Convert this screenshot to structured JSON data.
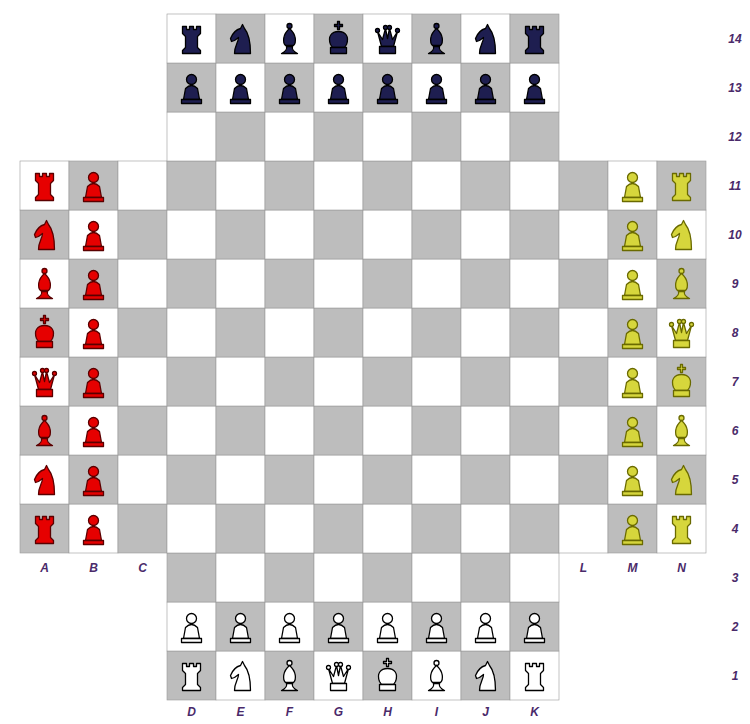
{
  "diagram": {
    "labels": [
      "14",
      "13",
      "12",
      "11",
      "10",
      "9",
      "8",
      "7",
      "6",
      "5",
      "4",
      "A",
      "B",
      "C",
      "L",
      "M",
      "N",
      "3",
      "2",
      "1",
      "D",
      "E",
      "F",
      "G",
      "H",
      "I",
      "J",
      "K"
    ]
  }
}
